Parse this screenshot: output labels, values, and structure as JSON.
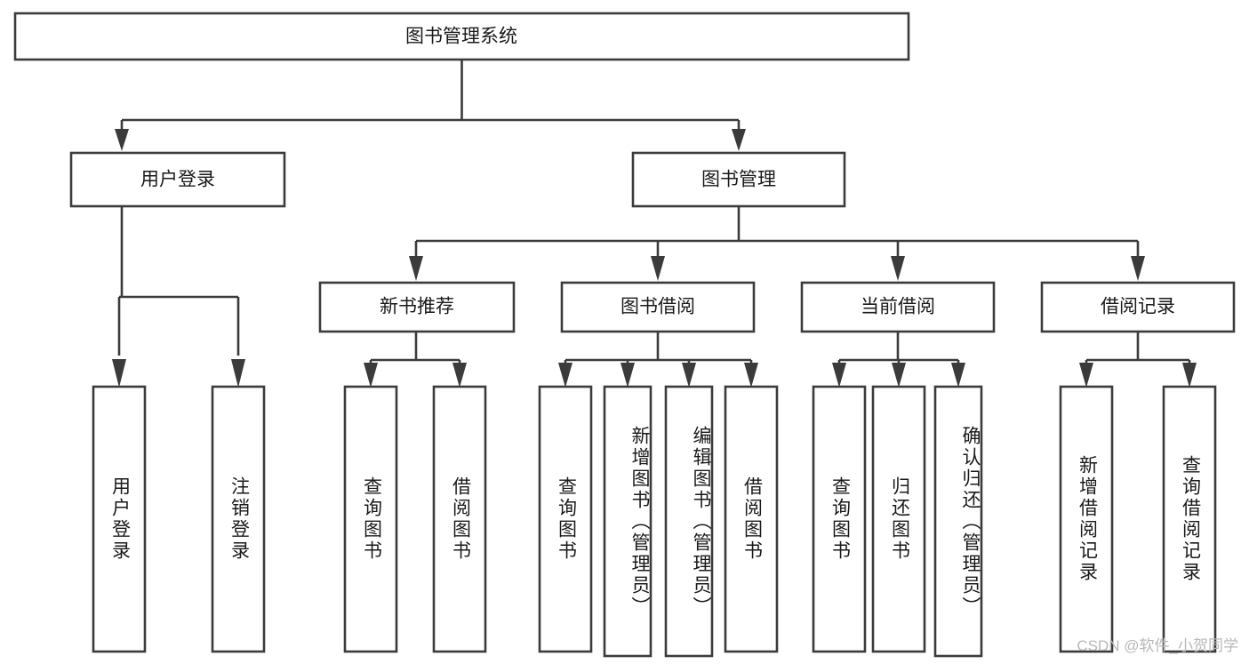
{
  "diagram": {
    "type": "tree-hierarchy",
    "orientation": "top-down",
    "title": "图书管理系统",
    "colors": {
      "stroke": "#3b3b3b",
      "fill": "#ffffff",
      "text": "#1a1a1a",
      "background": "#ffffff",
      "watermark": "#b8b8b8"
    },
    "root": {
      "label": "图书管理系统",
      "orientation": "horizontal"
    },
    "level2": [
      {
        "label": "用户登录",
        "orientation": "horizontal"
      },
      {
        "label": "图书管理",
        "orientation": "horizontal"
      }
    ],
    "level3": [
      {
        "label": "新书推荐",
        "orientation": "horizontal"
      },
      {
        "label": "图书借阅",
        "orientation": "horizontal"
      },
      {
        "label": "当前借阅",
        "orientation": "horizontal"
      },
      {
        "label": "借阅记录",
        "orientation": "horizontal"
      }
    ],
    "leaves": {
      "user_login": [
        {
          "label": "用户登录",
          "orientation": "vertical"
        },
        {
          "label": "注销登录",
          "orientation": "vertical"
        }
      ],
      "new_book_recommend": [
        {
          "label": "查询图书",
          "orientation": "vertical"
        },
        {
          "label": "借阅图书",
          "orientation": "vertical"
        }
      ],
      "book_borrow": [
        {
          "label": "查询图书",
          "orientation": "vertical"
        },
        {
          "label": "新增图书（管理员）",
          "orientation": "vertical"
        },
        {
          "label": "编辑图书（管理员）",
          "orientation": "vertical"
        },
        {
          "label": "借阅图书",
          "orientation": "vertical"
        }
      ],
      "current_borrow": [
        {
          "label": "查询图书",
          "orientation": "vertical"
        },
        {
          "label": "归还图书",
          "orientation": "vertical"
        },
        {
          "label": "确认归还（管理员）",
          "orientation": "vertical"
        }
      ],
      "borrow_record": [
        {
          "label": "新增借阅记录",
          "orientation": "vertical"
        },
        {
          "label": "查询借阅记录",
          "orientation": "vertical"
        }
      ]
    },
    "watermark": "CSDN @软件_小贺同学"
  }
}
